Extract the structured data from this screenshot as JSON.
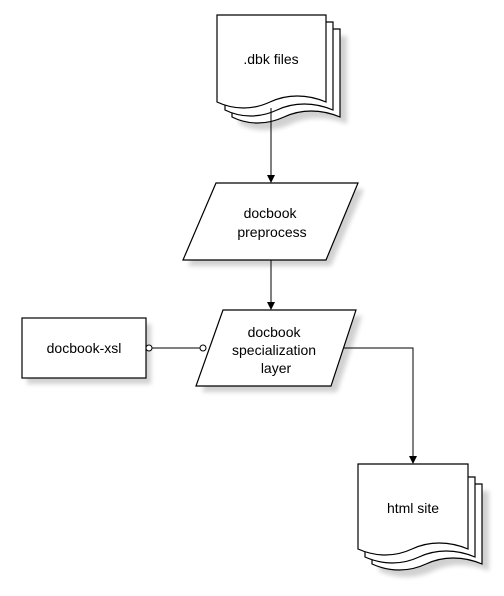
{
  "nodes": {
    "dbk_files": {
      "label": ".dbk files"
    },
    "preprocess": {
      "lines": [
        "docbook",
        "preprocess"
      ]
    },
    "docbook_xsl": {
      "label": "docbook-xsl"
    },
    "specialization": {
      "lines": [
        "docbook",
        "specialization",
        "layer"
      ]
    },
    "html_site": {
      "label": "html site"
    }
  }
}
